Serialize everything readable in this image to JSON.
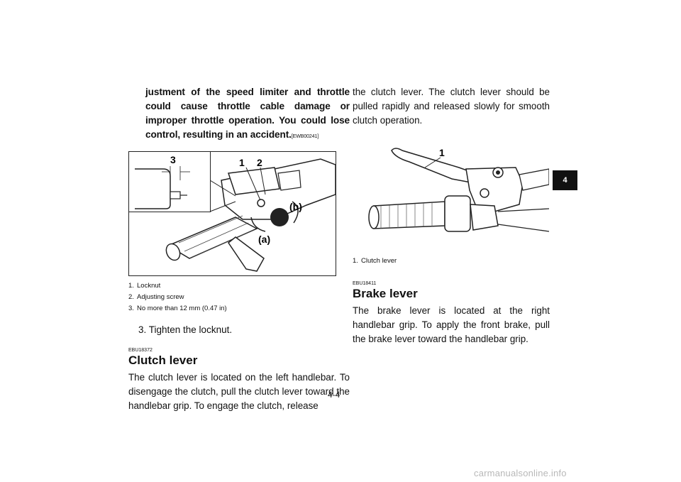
{
  "warning": {
    "continuation": "justment of the speed limiter and throttle could cause throttle cable damage or improper throttle operation. You could lose control, resulting in an accident.",
    "code": "[EWB00241]"
  },
  "figure_left": {
    "labels": {
      "one": "1",
      "two": "2",
      "three": "3",
      "a": "(a)",
      "b": "(b)"
    },
    "captions": [
      {
        "num": "1.",
        "text": "Locknut"
      },
      {
        "num": "2.",
        "text": "Adjusting screw"
      },
      {
        "num": "3.",
        "text": "No more than 12 mm (0.47 in)"
      }
    ]
  },
  "step": "3.  Tighten the locknut.",
  "clutch": {
    "code": "EBU18372",
    "heading": "Clutch lever",
    "para_left": "The clutch lever is located on the left handlebar. To disengage the clutch, pull the clutch lever toward the handlebar grip. To engage the clutch, release",
    "para_right": "the clutch lever. The clutch lever should be pulled rapidly and released slowly for smooth clutch operation."
  },
  "figure_right": {
    "labels": {
      "one": "1"
    },
    "captions": [
      {
        "num": "1.",
        "text": "Clutch lever"
      }
    ]
  },
  "brake": {
    "code": "EBU18411",
    "heading": "Brake lever",
    "para": "The brake lever is located at the right handlebar grip. To apply the front brake, pull the brake lever toward the handlebar grip."
  },
  "chapter_tab": "4",
  "page_number": "4-4",
  "watermark": "carmanualsonline.info"
}
